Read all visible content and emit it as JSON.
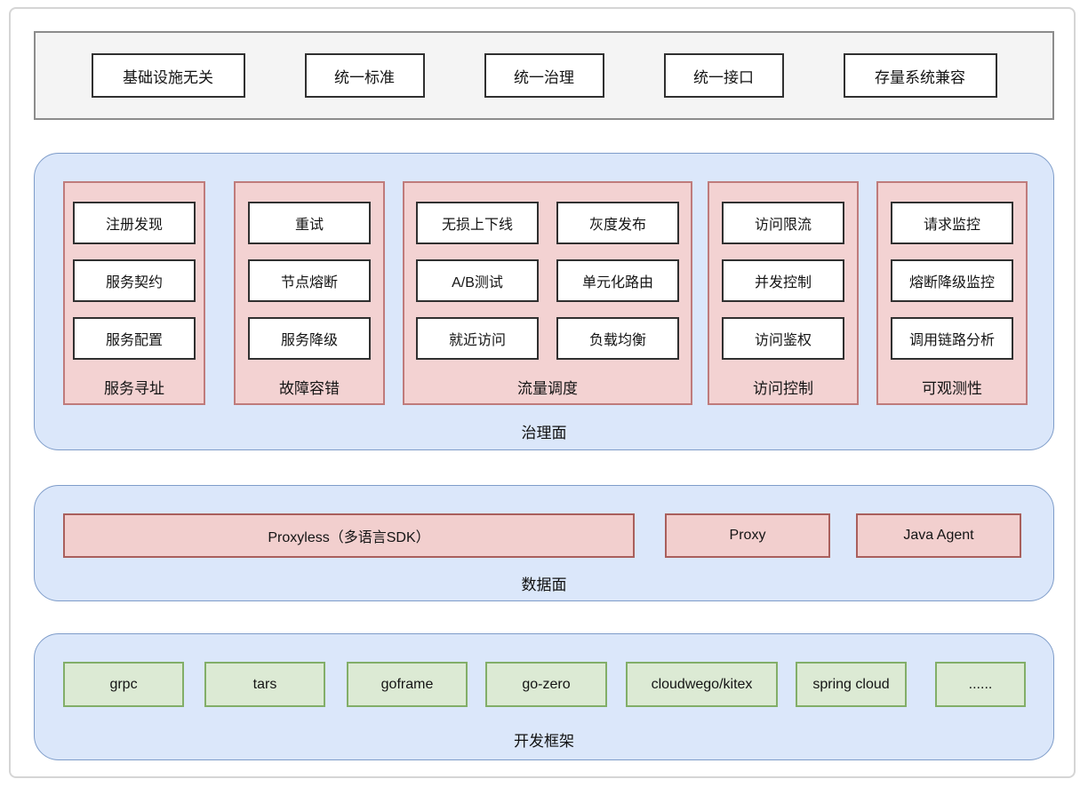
{
  "features": {
    "items": [
      "基础设施无关",
      "统一标准",
      "统一治理",
      "统一接口",
      "存量系统兼容"
    ]
  },
  "governance": {
    "label": "治理面",
    "sections": [
      {
        "label": "服务寻址",
        "items": [
          "注册发现",
          "服务契约",
          "服务配置"
        ]
      },
      {
        "label": "故障容错",
        "items": [
          "重试",
          "节点熔断",
          "服务降级"
        ]
      },
      {
        "label": "流量调度",
        "items": [
          "无损上下线",
          "灰度发布",
          "A/B测试",
          "单元化路由",
          "就近访问",
          "负载均衡"
        ]
      },
      {
        "label": "访问控制",
        "items": [
          "访问限流",
          "并发控制",
          "访问鉴权"
        ]
      },
      {
        "label": "可观测性",
        "items": [
          "请求监控",
          "熔断降级监控",
          "调用链路分析"
        ]
      }
    ]
  },
  "data_plane": {
    "label": "数据面",
    "items": [
      "Proxyless（多语言SDK）",
      "Proxy",
      "Java Agent"
    ]
  },
  "frameworks": {
    "label": "开发框架",
    "items": [
      "grpc",
      "tars",
      "goframe",
      "go-zero",
      "cloudwego/kitex",
      "spring cloud",
      "......"
    ]
  },
  "colors": {
    "plane_fill": "#dbe7fa",
    "plane_border": "#7e9cc9",
    "section_fill": "#f3d2d2",
    "section_border": "#bf7b7b",
    "data_box_fill": "#f2cfce",
    "data_box_border": "#a95f5c",
    "framework_fill": "#dcead4",
    "framework_border": "#82ae68",
    "panel_fill": "#f4f4f4",
    "box_border": "#303030",
    "frame_border": "#d5d5d5"
  }
}
